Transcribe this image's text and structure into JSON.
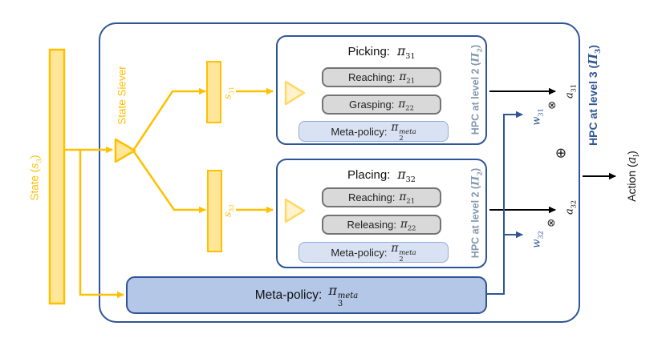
{
  "figure": {
    "state_label": {
      "prefix": "State (",
      "base": "s",
      "sub": "3",
      "suffix": ")"
    },
    "siever_label": "State Siever",
    "s31": {
      "base": "s",
      "sub": "31"
    },
    "s32": {
      "base": "s",
      "sub": "32"
    },
    "picking": {
      "title_text": "Picking:",
      "title_math": {
        "base": "π",
        "sub": "31"
      },
      "rows": [
        {
          "text": "Reaching:",
          "base": "π",
          "sub": "21"
        },
        {
          "text": "Grasping:",
          "base": "π",
          "sub": "22"
        }
      ],
      "meta": {
        "text": "Meta-policy:",
        "base": "π",
        "sub": "2",
        "sup": "meta"
      },
      "side_label": {
        "prefix": "HPC at level 2 (",
        "base": "Π",
        "sub": "2",
        "suffix": ")"
      }
    },
    "placing": {
      "title_text": "Placing:",
      "title_math": {
        "base": "π",
        "sub": "32"
      },
      "rows": [
        {
          "text": "Reaching:",
          "base": "π",
          "sub": "21"
        },
        {
          "text": "Releasing:",
          "base": "π",
          "sub": "22"
        }
      ],
      "meta": {
        "text": "Meta-policy:",
        "base": "π",
        "sub": "2",
        "sup": "meta"
      },
      "side_label": {
        "prefix": "HPC at level 2 (",
        "base": "Π",
        "sub": "2",
        "suffix": ")"
      }
    },
    "meta3": {
      "text": "Meta-policy:",
      "base": "π",
      "sub": "3",
      "sup": "meta"
    },
    "hpc3_label": {
      "prefix": "HPC at level 3 (",
      "base": "Π",
      "sub": "3",
      "suffix": ")"
    },
    "outputs": {
      "a31": {
        "base": "a",
        "sub": "31"
      },
      "w31": {
        "base": "w",
        "sub": "31"
      },
      "a32": {
        "base": "a",
        "sub": "32"
      },
      "w32": {
        "base": "w",
        "sub": "32"
      },
      "times_symbol": "⊗",
      "plus_symbol": "⊕",
      "action": {
        "prefix": "Action (",
        "base": "a",
        "sub": "l",
        "suffix": ")"
      }
    },
    "colors": {
      "yellow": "#FFC000",
      "yellow_fill": "#FFE699",
      "pale_yellow_fill": "#FFF2CC",
      "pale_yellow_stroke": "#FFD966",
      "dark_blue": "#2F5597",
      "gray_fill": "#D9D9D9",
      "gray_stroke": "#737373",
      "meta_fill": "#D9E2F3",
      "meta_stroke": "#8FAADC",
      "meta3_fill": "#B4C7E7",
      "hpc2_text": "#8497B0",
      "black": "#000000"
    }
  }
}
